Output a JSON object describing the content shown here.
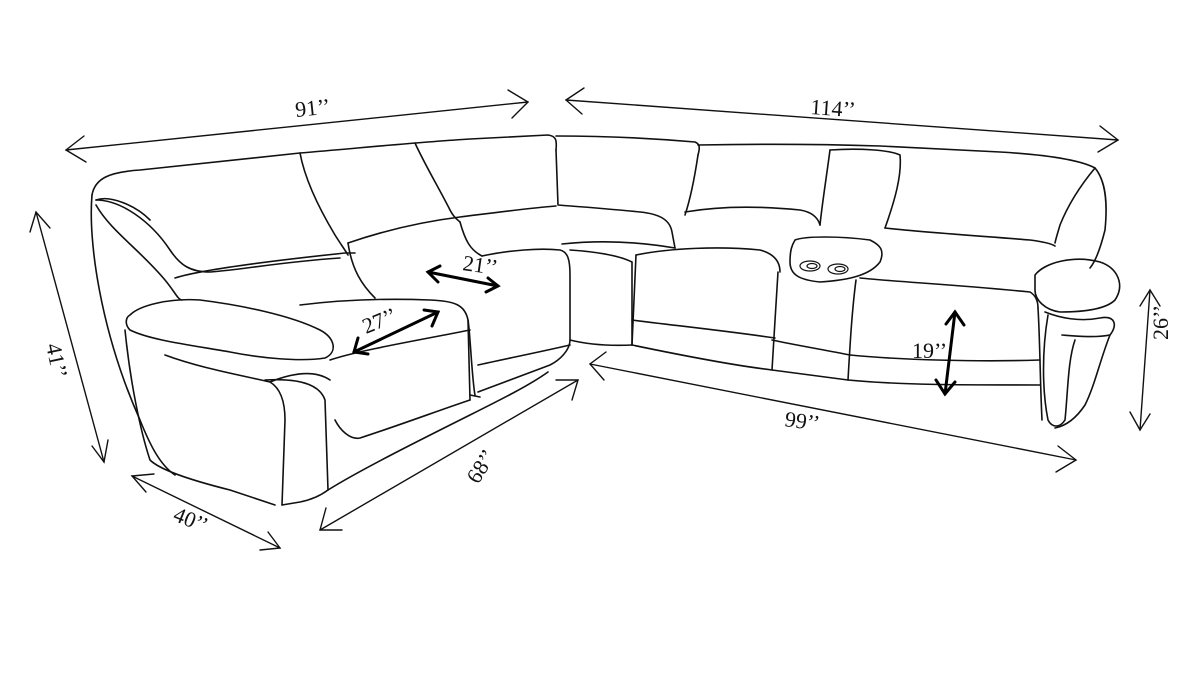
{
  "dimensions": {
    "back_left": "91’’",
    "back_right": "114’’",
    "height": "41’’",
    "depth": "40’’",
    "front_left": "68’’",
    "front_right": "99’’",
    "arm_height": "26’’",
    "seat_height": "19’’",
    "seat_width": "21’’",
    "seat_depth": "27’’"
  }
}
